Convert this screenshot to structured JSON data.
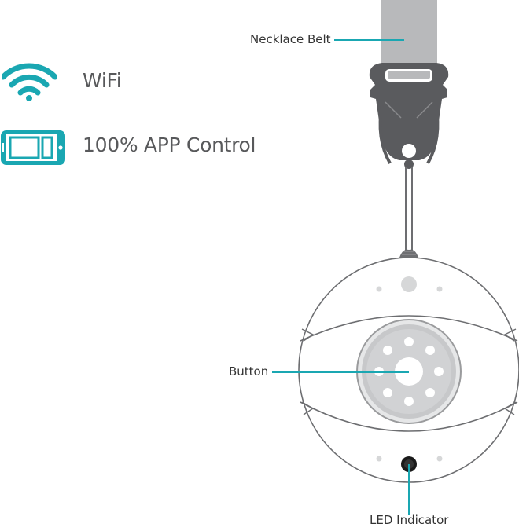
{
  "features": {
    "wifi": {
      "label": "WiFi",
      "icon": "wifi-icon"
    },
    "app": {
      "label": "100% APP Control",
      "icon": "smartphone-icon"
    }
  },
  "callouts": {
    "necklace_belt": "Necklace Belt",
    "button": "Button",
    "led_indicator": "LED Indicator"
  },
  "colors": {
    "accent": "#1aa7b2",
    "device_outline": "#6d6e71",
    "clasp": "#5a5b5e",
    "belt": "#b8b9bb",
    "text": "#58595b"
  }
}
